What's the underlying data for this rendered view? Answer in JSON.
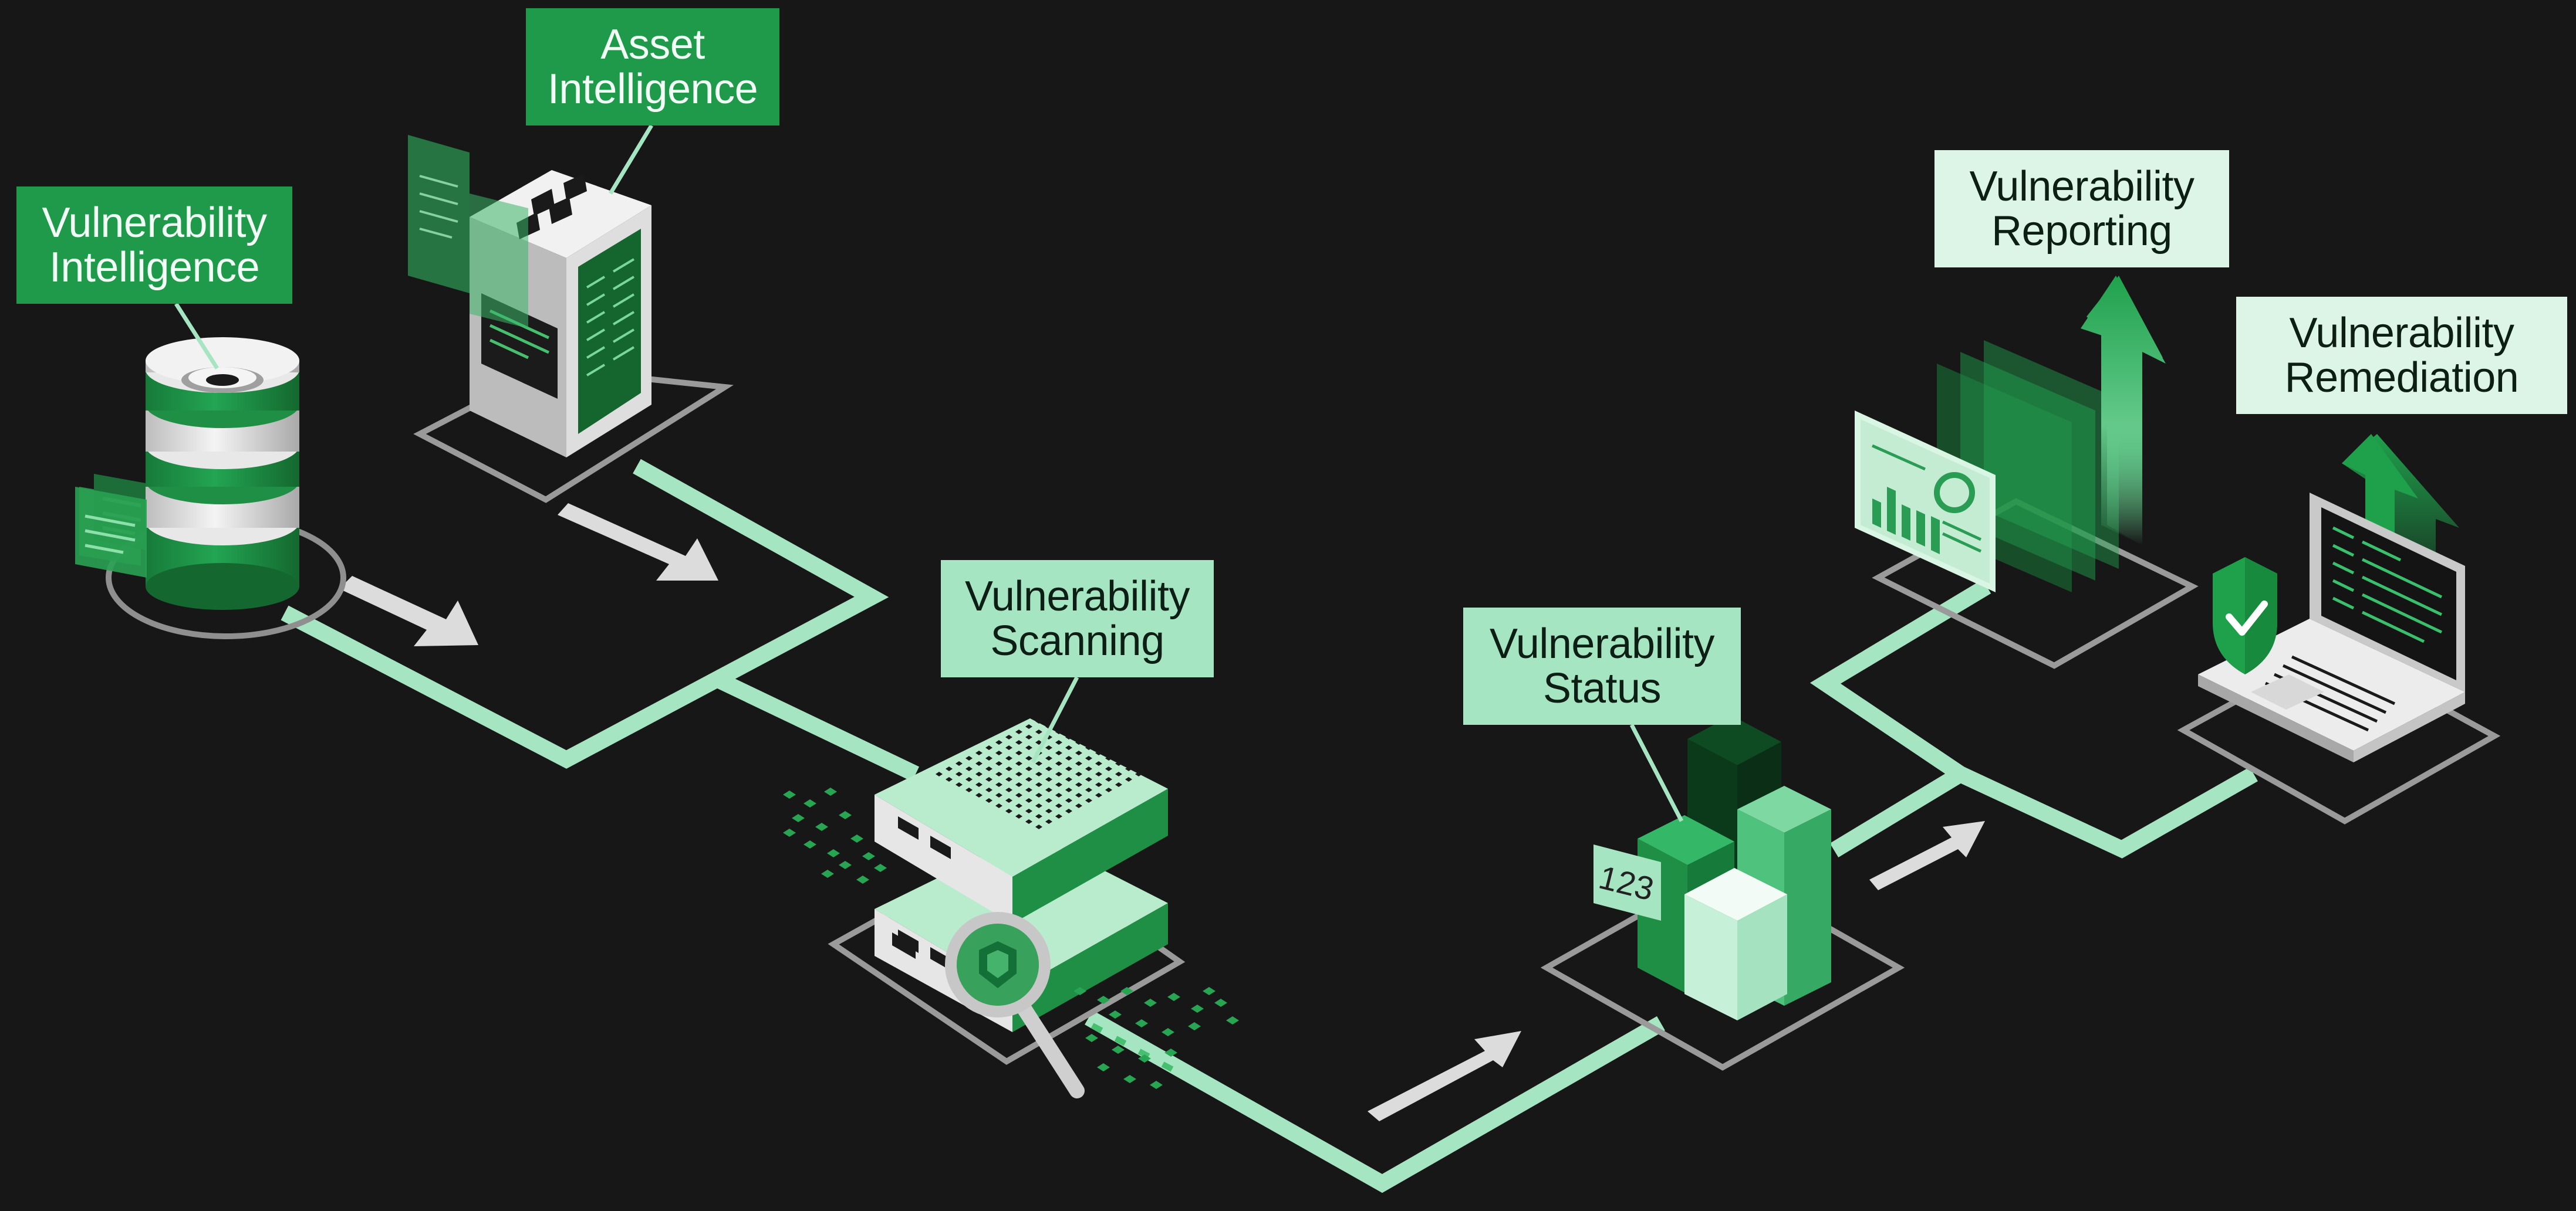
{
  "stages": {
    "vulnerability_intelligence": {
      "line1": "Vulnerability",
      "line2": "Intelligence"
    },
    "asset_intelligence": {
      "line1": "Asset",
      "line2": "Intelligence"
    },
    "vulnerability_scanning": {
      "line1": "Vulnerability",
      "line2": "Scanning"
    },
    "vulnerability_status": {
      "line1": "Vulnerability",
      "line2": "Status"
    },
    "vulnerability_reporting": {
      "line1": "Vulnerability",
      "line2": "Reporting"
    },
    "vulnerability_remediation": {
      "line1": "Vulnerability",
      "line2": "Remediation"
    }
  },
  "status_card": {
    "value": "123"
  },
  "icons": [
    "database-icon",
    "server-tower-icon",
    "scanner-server-icon",
    "magnifier-icon",
    "bar-chart-icon",
    "report-dashboard-icon",
    "laptop-icon",
    "shield-check-icon",
    "up-arrow-icon",
    "flow-arrow-icon"
  ],
  "colors": {
    "background": "#171717",
    "path": "#a6e5c2",
    "accent_dark": "#1e9a4a",
    "accent_mid": "#2fa85a",
    "label_pale": "#dcf5e6",
    "platform": "#9a9a9a",
    "arrow": "#dcdcdc"
  }
}
